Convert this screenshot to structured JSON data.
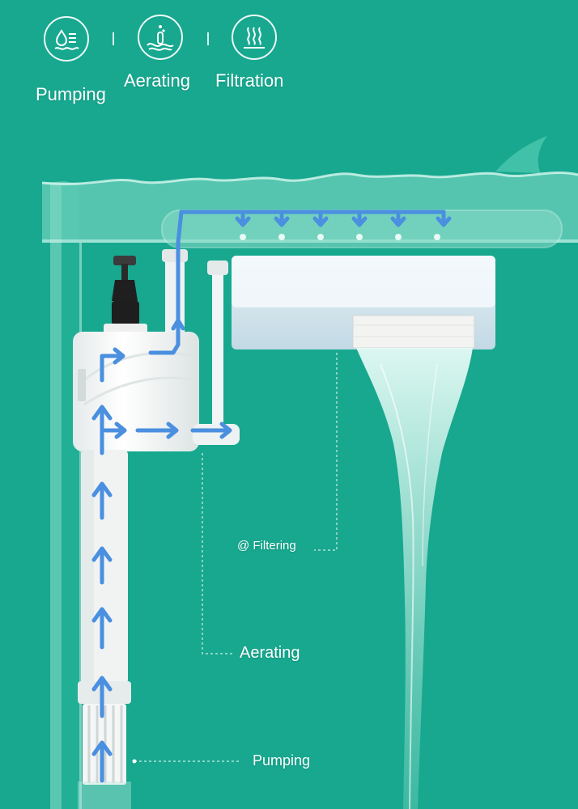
{
  "features": [
    {
      "label": "Pumping",
      "icon": "water-level-icon"
    },
    {
      "label": "Aerating",
      "icon": "aerating-bubbles-icon"
    },
    {
      "label": "Filtration",
      "icon": "filtration-heat-icon"
    }
  ],
  "callouts": {
    "filtering": "@ Filtering",
    "aerating": "Aerating",
    "pumping": "Pumping"
  },
  "colors": {
    "background": "#17a88f",
    "flow_arrow": "#4a8fe0",
    "filter_box": "#d6e4ee",
    "pump_body": "#f2f4f4",
    "water": "#cfeee6"
  }
}
